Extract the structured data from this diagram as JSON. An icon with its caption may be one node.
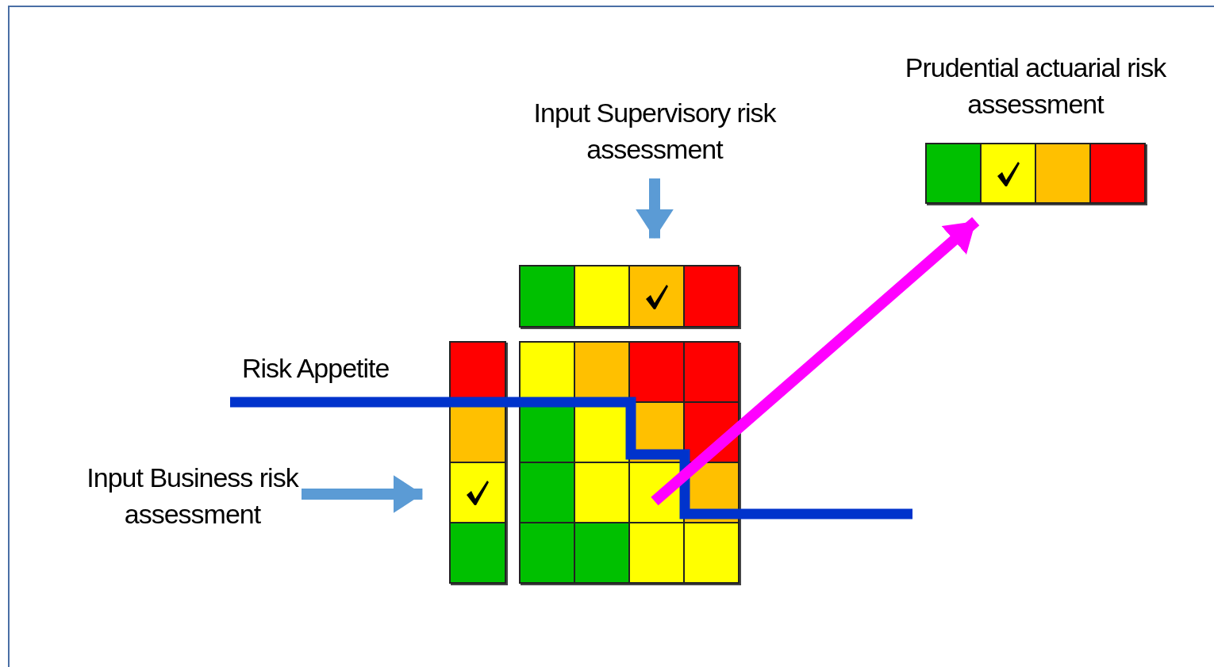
{
  "diagram": {
    "nodes": [
      {
        "text": [
          "Input Supervisory risk assessment"
        ]
      },
      {
        "text": [],
        "shape": "box"
      },
      {
        "text": [
          "Input Business risk assessment"
        ]
      },
      {
        "text": [],
        "shape": "box"
      },
      {
        "text": [],
        "shape": "box"
      },
      {
        "text": [
          "Prudential actuarial risk assessment"
        ]
      }
    ],
    "edges": [
      {
        "from": 0,
        "to": 1,
        "arrow": "to"
      },
      {
        "from": 2,
        "to": 3,
        "arrow": "to"
      },
      {
        "from": 4,
        "to": 5,
        "arrow": "to",
        "color": "#ff00ff"
      }
    ],
    "labels": [
      "Risk Appetite"
    ]
  }
}
